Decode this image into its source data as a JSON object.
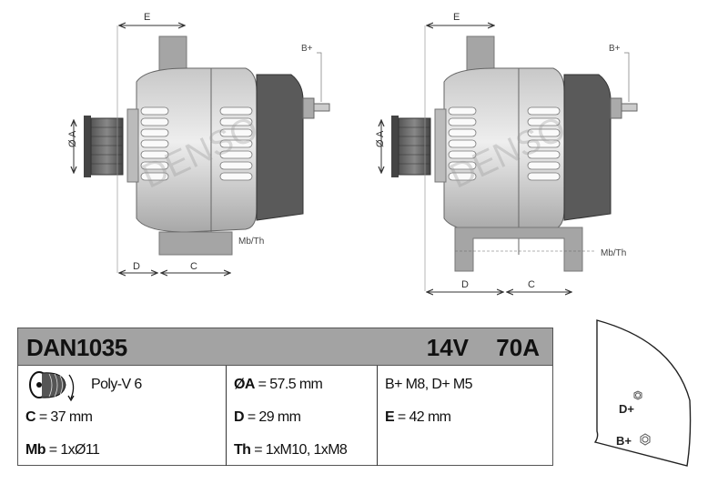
{
  "drawing_left": {
    "dim_e": "E",
    "dim_d": "D",
    "dim_c": "C",
    "dim_a": "Ø A",
    "b_plus": "B+",
    "mb_th": "Mb/Th",
    "watermark": "DENSO"
  },
  "drawing_right": {
    "dim_e": "E",
    "dim_d": "D",
    "dim_c": "C",
    "dim_a": "Ø A",
    "b_plus": "B+",
    "mb_th": "Mb/Th",
    "watermark": "DENSO"
  },
  "spec": {
    "model": "DAN1035",
    "voltage": "14V",
    "amperage": "70A",
    "pulley": "Poly-V 6",
    "c": {
      "key": "C",
      "value": " = 37 mm"
    },
    "mb": {
      "key": "Mb",
      "value": " = 1xØ11"
    },
    "a": {
      "key": "ØA",
      "value": " = 57.5 mm"
    },
    "d": {
      "key": "D",
      "value": " = 29 mm"
    },
    "th": {
      "key": "Th",
      "value": " = 1xM10, 1xM8"
    },
    "terminals": "B+ M8, D+ M5",
    "e": {
      "key": "E",
      "value": " = 42 mm"
    }
  },
  "connector_view": {
    "d_plus": "D+",
    "b_plus": "B+"
  }
}
